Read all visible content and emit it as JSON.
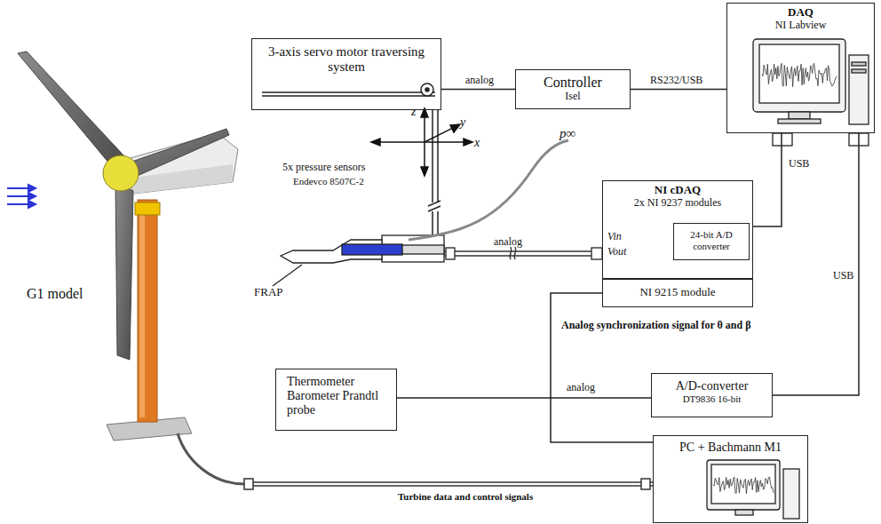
{
  "diagram": {
    "nodes": [
      {
        "text": [
          "3-axis servo motor traversing system"
        ]
      },
      {
        "text": [
          "Controller",
          "Isel"
        ]
      },
      {
        "text": [
          "DAQ",
          "NI Labview"
        ]
      },
      {
        "text": [
          "NI cDAQ",
          "2x NI 9237 modules"
        ]
      },
      {
        "text": [
          "24-bit A/D converter"
        ],
        "in": 3
      },
      {
        "text": [
          "NI 9215 module"
        ]
      },
      {
        "text": [
          "Thermometer Barometer Prandtl probe"
        ]
      },
      {
        "text": [
          "A/D-converter",
          "DT9836 16-bit"
        ]
      },
      {
        "text": [
          "PC + Bachmann M1"
        ]
      }
    ],
    "edges": [
      {
        "from": 0,
        "to": 1,
        "label": "analog",
        "arrow": "none"
      },
      {
        "from": 1,
        "to": 2,
        "label": "RS232/USB",
        "arrow": "none"
      },
      {
        "from": 3,
        "to": 2,
        "label": "USB",
        "arrow": "none"
      },
      {
        "from": 7,
        "to": 2,
        "label": "USB",
        "arrow": "none"
      },
      {
        "from": 6,
        "to": 7,
        "label": "analog",
        "arrow": "none"
      },
      {
        "from": 5,
        "to": 8,
        "label": "Analog synchronization signal for θ and β",
        "arrow": "none"
      }
    ],
    "labels": [
      "z",
      "y",
      "x",
      "p∞",
      "5x pressure sensors",
      "Endevco 8507C-2",
      "FRAP",
      "analog",
      "Vin",
      "Vout",
      "G1 model",
      "Turbine data and control signals"
    ]
  }
}
